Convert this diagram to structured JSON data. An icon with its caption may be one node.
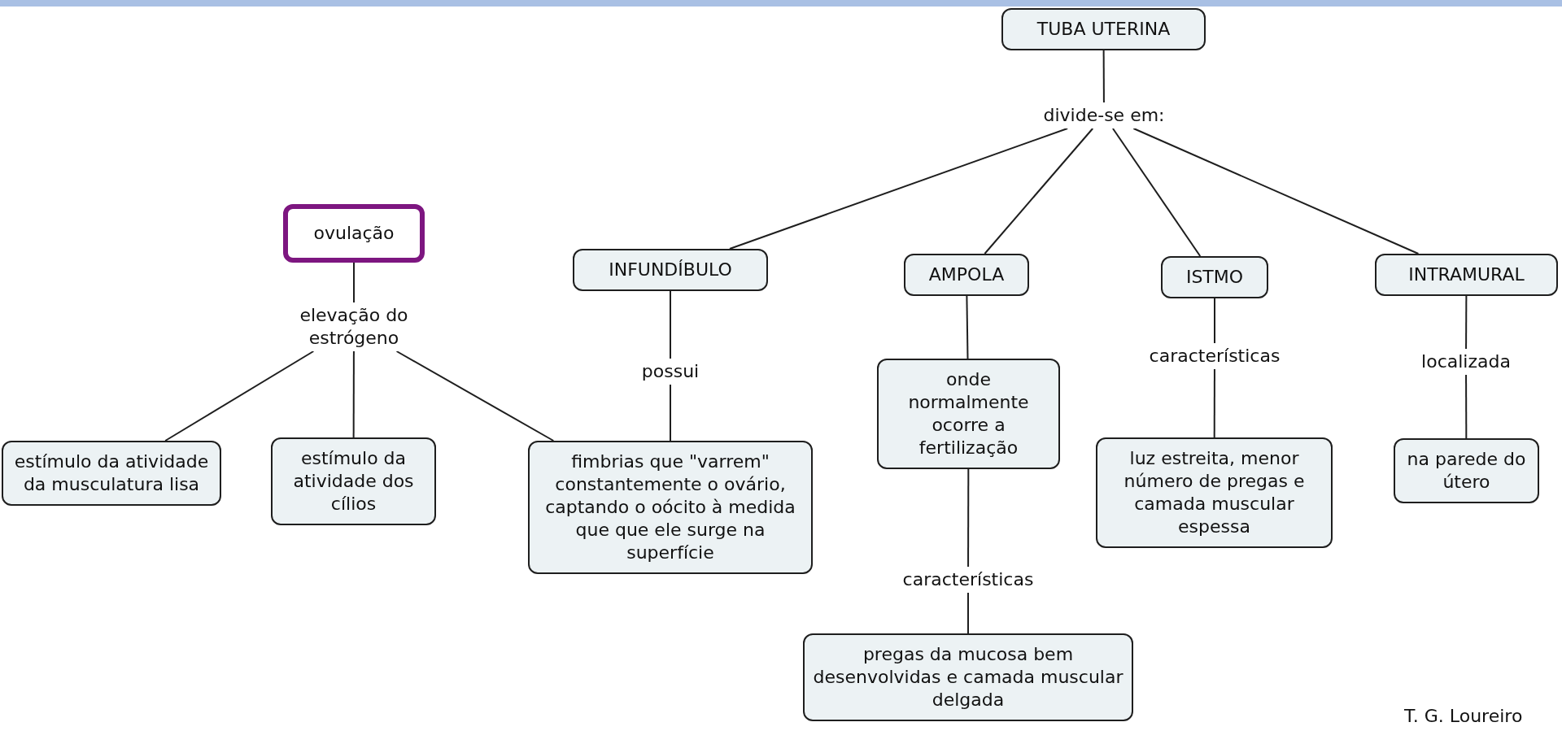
{
  "diagram": {
    "nodes": [
      {
        "text": [
          "TUBA UTERINA"
        ]
      },
      {
        "text": [
          "divide-se em:"
        ]
      },
      {
        "text": [
          "ovulação"
        ]
      },
      {
        "text": [
          "INFUNDÍBULO"
        ]
      },
      {
        "text": [
          "AMPOLA"
        ]
      },
      {
        "text": [
          "ISTMO"
        ]
      },
      {
        "text": [
          "INTRAMURAL"
        ]
      },
      {
        "text": [
          "elevação do estrógeno"
        ]
      },
      {
        "text": [
          "possui"
        ]
      },
      {
        "text": [
          "onde normalmente ocorre a fertilização"
        ]
      },
      {
        "text": [
          "características"
        ]
      },
      {
        "text": [
          "localizada"
        ]
      },
      {
        "text": [
          "estímulo da atividade da musculatura lisa"
        ]
      },
      {
        "text": [
          "estímulo da atividade dos cílios"
        ]
      },
      {
        "text": [
          "fimbrias que \"varrem\" constantemente o ovário, captando o oócito à medida que que ele surge na superfície"
        ]
      },
      {
        "text": [
          "características"
        ]
      },
      {
        "text": [
          "luz estreita, menor número de pregas e camada muscular espessa"
        ]
      },
      {
        "text": [
          "na parede do útero"
        ]
      },
      {
        "text": [
          "pregas da mucosa bem desenvolvidas e camada muscular delgada"
        ]
      }
    ],
    "edges": [
      {
        "from": 0,
        "to": 1,
        "arrow": "none"
      },
      {
        "from": 1,
        "to": 3,
        "arrow": "none"
      },
      {
        "from": 1,
        "to": 4,
        "arrow": "none"
      },
      {
        "from": 1,
        "to": 5,
        "arrow": "none"
      },
      {
        "from": 1,
        "to": 6,
        "arrow": "none"
      },
      {
        "from": 2,
        "to": 7,
        "arrow": "none"
      },
      {
        "from": 7,
        "to": 12,
        "arrow": "none"
      },
      {
        "from": 7,
        "to": 13,
        "arrow": "none"
      },
      {
        "from": 7,
        "to": 14,
        "arrow": "none"
      },
      {
        "from": 3,
        "to": 8,
        "arrow": "none"
      },
      {
        "from": 8,
        "to": 14,
        "arrow": "none"
      },
      {
        "from": 4,
        "to": 9,
        "arrow": "none"
      },
      {
        "from": 9,
        "to": 15,
        "arrow": "none"
      },
      {
        "from": 15,
        "to": 18,
        "arrow": "none"
      },
      {
        "from": 5,
        "to": 10,
        "arrow": "none"
      },
      {
        "from": 10,
        "to": 16,
        "arrow": "none"
      },
      {
        "from": 6,
        "to": 11,
        "arrow": "none"
      },
      {
        "from": 11,
        "to": 17,
        "arrow": "none"
      }
    ],
    "labels": [
      "T. G. Loureiro"
    ]
  }
}
